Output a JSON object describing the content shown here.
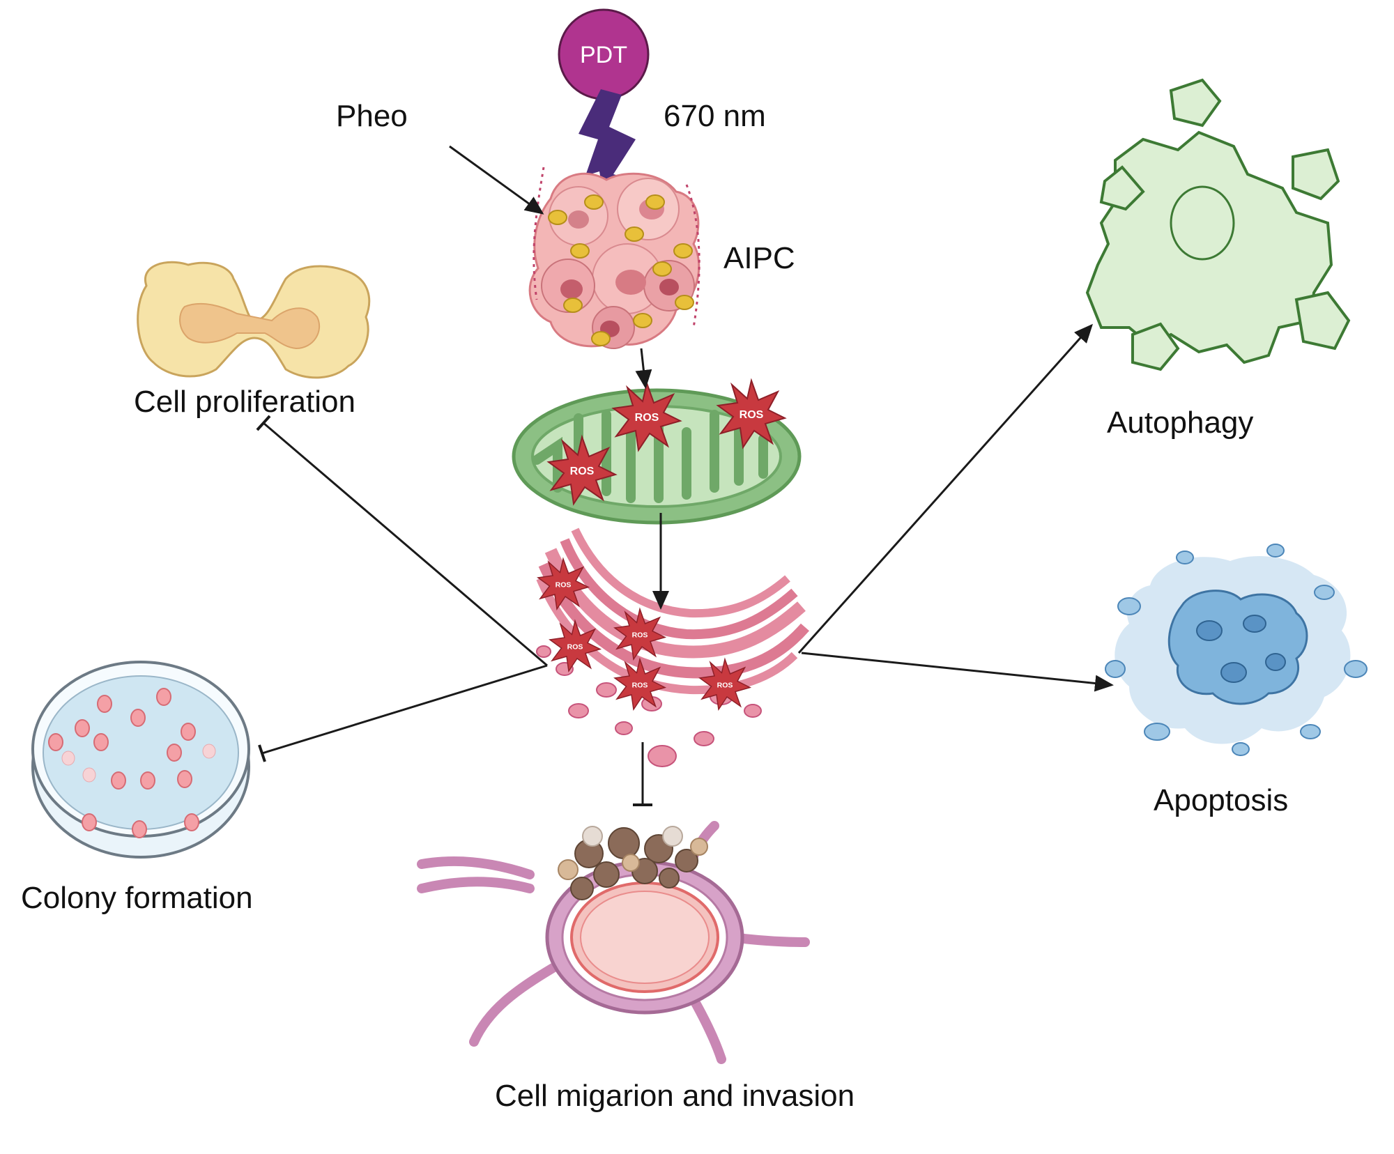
{
  "pdt": {
    "label": "PDT",
    "color": "#b0348f"
  },
  "wavelength": "670 nm",
  "drug": "Pheo",
  "cell_line": "AIPC",
  "ros_label": "ROS",
  "outcomes": {
    "proliferation": "Cell proliferation",
    "colony": "Colony formation",
    "migration": "Cell migarion and invasion",
    "autophagy": "Autophagy",
    "apoptosis": "Apoptosis"
  },
  "arrow_types": {
    "pheo_to_cells": "activation",
    "cells_to_mitochondria": "activation",
    "mitochondria_to_er": "activation",
    "er_to_autophagy": "activation",
    "er_to_apoptosis": "activation",
    "er_to_proliferation": "inhibition",
    "er_to_colony": "inhibition",
    "er_to_migration": "inhibition"
  },
  "colors": {
    "lightning": "#4a2c7a",
    "ros": "#c8393f",
    "mitochondria": "#8cc084",
    "er": "#d8748c",
    "autophagy": "#dcefd3",
    "apoptosis": "#7fb4dc",
    "proliferation": "#f6e3a8",
    "vessel": "#c987b4"
  }
}
